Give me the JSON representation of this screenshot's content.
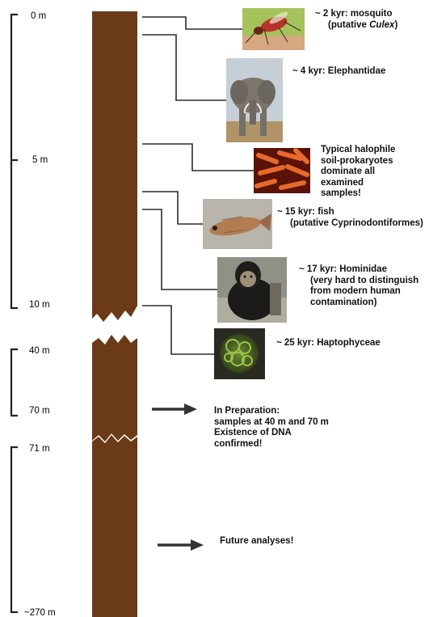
{
  "colors": {
    "core": "#6b3b17",
    "line": "#2b2b2b",
    "arrow": "#333333"
  },
  "depths": {
    "d0": "0 m",
    "d5": "5 m",
    "d10": "10 m",
    "d40": "40 m",
    "d70": "70 m",
    "d71": "71 m",
    "d270": "~270 m"
  },
  "findings": {
    "mosquito": {
      "line1": "~ 2 kyr: mosquito",
      "line2_pre": "(putative ",
      "line2_italic": "Culex",
      "line2_post": ")"
    },
    "elephant": {
      "line1": "~ 4 kyr: Elephantidae"
    },
    "halophile": {
      "lines": [
        "Typical halophile",
        "soil-prokaryotes",
        "dominate all",
        "examined",
        "samples!"
      ]
    },
    "fish": {
      "line1": "~ 15 kyr: fish",
      "line2": "(putative Cyprinodontiformes)"
    },
    "hominid": {
      "line1": "~ 17 kyr: Hominidae",
      "line2": "(very hard to distinguish",
      "line3": "from modern human",
      "line4": "contamination)"
    },
    "hapto": {
      "line1": "~ 25 kyr: Haptophyceae"
    }
  },
  "notes": {
    "prep": [
      "In Preparation:",
      "samples at 40 m and 70 m",
      "Existence of DNA",
      "confirmed!"
    ],
    "future": "Future analyses!"
  },
  "icons": [
    "mosquito-photo-icon",
    "elephant-photo-icon",
    "bacteria-photo-icon",
    "fish-photo-icon",
    "chimpanzee-photo-icon",
    "algae-photo-icon"
  ]
}
